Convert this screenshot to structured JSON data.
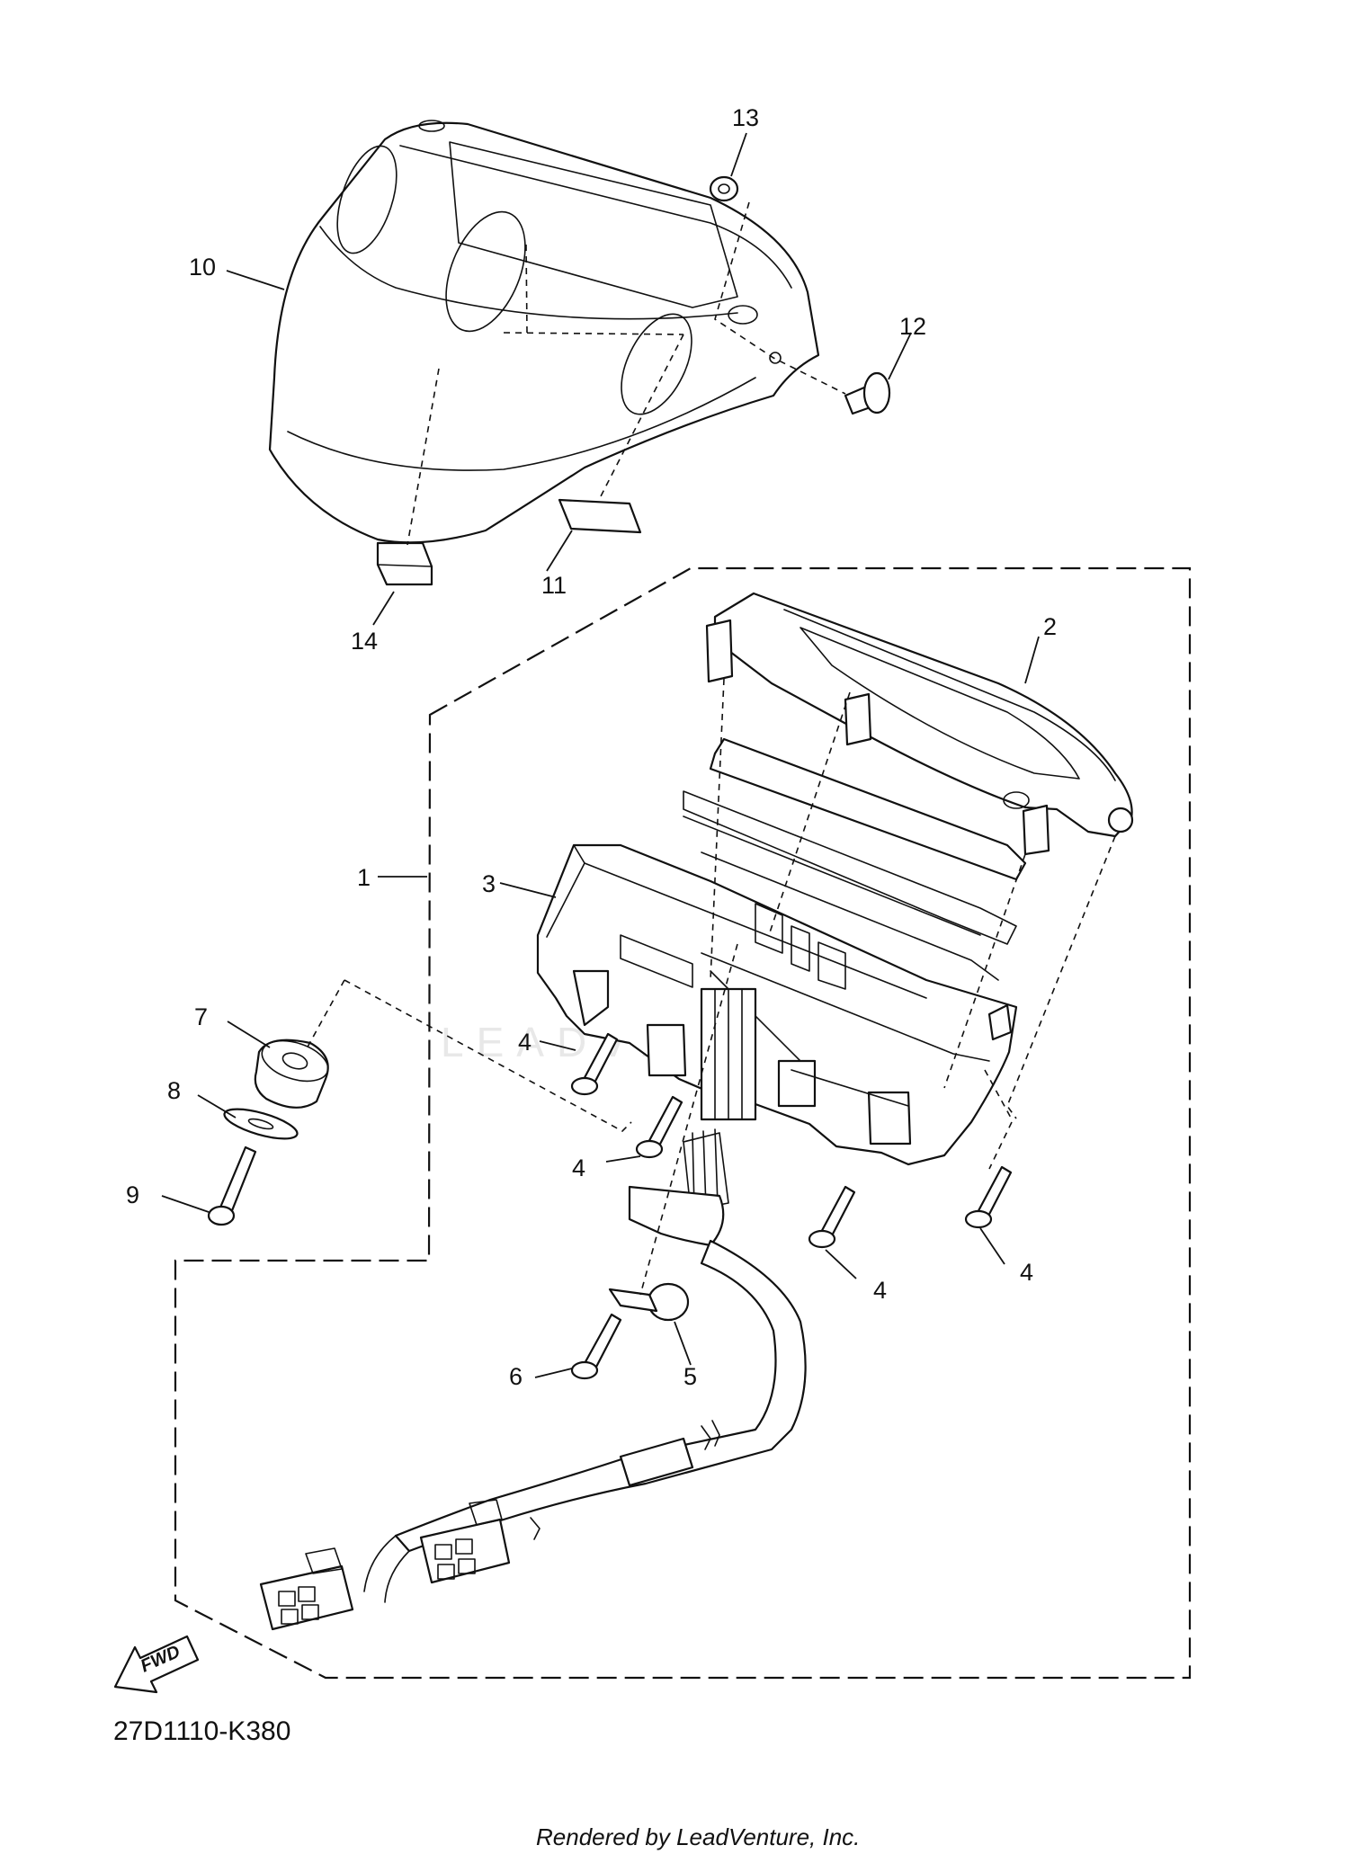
{
  "watermark": "LEADVENTURE",
  "diagram_code": "27D1110-K380",
  "footer": "Rendered by LeadVenture, Inc.",
  "fwd_label": "FWD",
  "callouts": {
    "c1": "1",
    "c2": "2",
    "c3": "3",
    "c4a": "4",
    "c4b": "4",
    "c4c": "4",
    "c4d": "4",
    "c5": "5",
    "c6": "6",
    "c7": "7",
    "c8": "8",
    "c9": "9",
    "c10": "10",
    "c11": "11",
    "c12": "12",
    "c13": "13",
    "c14": "14"
  }
}
